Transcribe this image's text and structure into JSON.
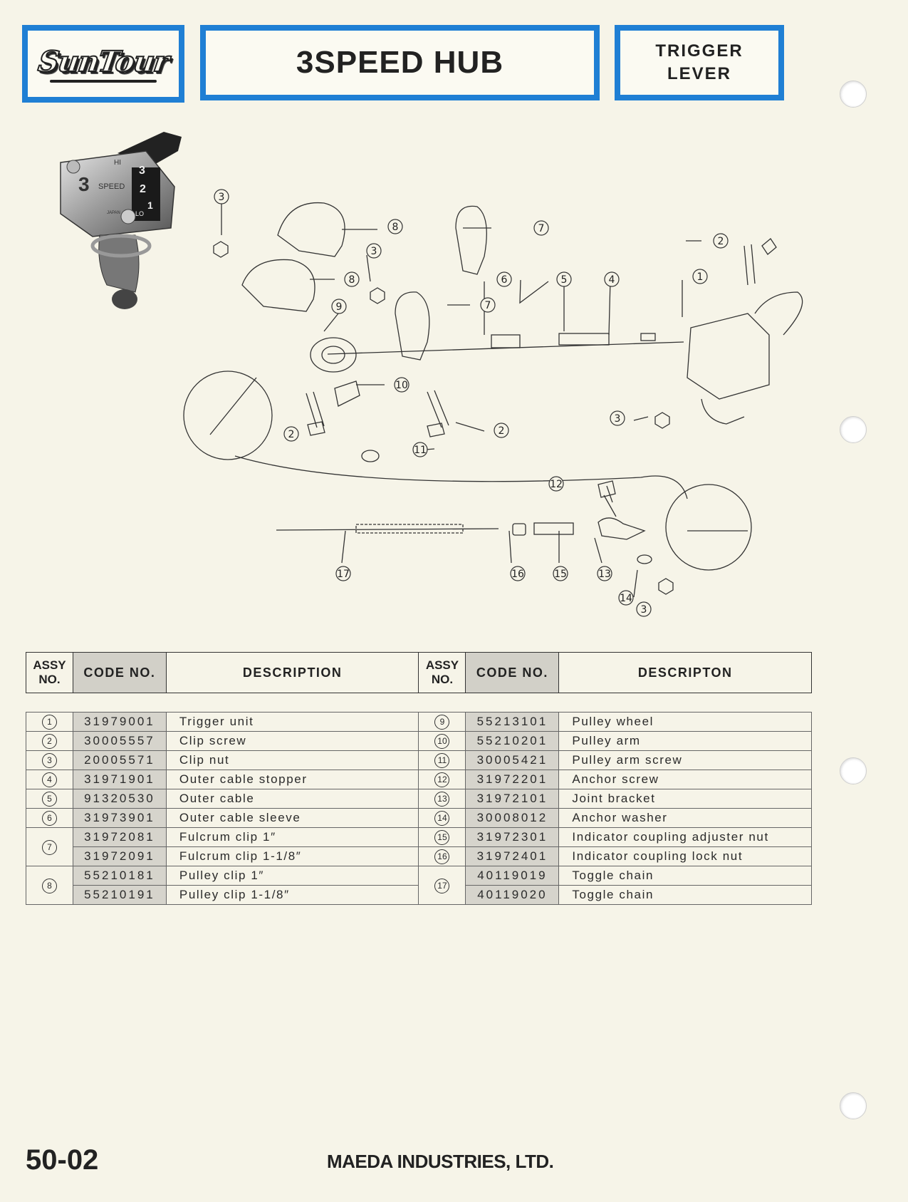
{
  "header": {
    "brand": "SunTour",
    "title": "3SPEED HUB",
    "subtitle_line1": "TRIGGER",
    "subtitle_line2": "LEVER"
  },
  "diagram": {
    "photo_labels": {
      "hi": "HI",
      "lo": "LO",
      "speed": "SPEED",
      "japan": "JAPAN",
      "g1": "1",
      "g2": "2",
      "g3": "3"
    },
    "callouts": {
      "c1": "1",
      "c2a": "2",
      "c2b": "2",
      "c2c": "2",
      "c3a": "3",
      "c3b": "3",
      "c3c": "3",
      "c3d": "3",
      "c4": "4",
      "c5": "5",
      "c6": "6",
      "c7a": "7",
      "c7b": "7",
      "c8a": "8",
      "c8b": "8",
      "c9": "9",
      "c10": "10",
      "c11": "11",
      "c12": "12",
      "c13": "13",
      "c14": "14",
      "c15": "15",
      "c16": "16",
      "c17": "17"
    }
  },
  "table": {
    "headers": {
      "assy_line1": "ASSY",
      "assy_line2": "NO.",
      "code": "CODE NO.",
      "desc_left": "DESCRIPTION",
      "desc_right": "DESCRIPTON"
    },
    "left": [
      {
        "no": "1",
        "code": "31979001",
        "desc": "Trigger unit"
      },
      {
        "no": "2",
        "code": "30005557",
        "desc": "Clip screw"
      },
      {
        "no": "3",
        "code": "20005571",
        "desc": "Clip nut"
      },
      {
        "no": "4",
        "code": "31971901",
        "desc": "Outer cable stopper"
      },
      {
        "no": "5",
        "code": "91320530",
        "desc": "Outer cable"
      },
      {
        "no": "6",
        "code": "31973901",
        "desc": "Outer cable sleeve"
      },
      {
        "no": "7",
        "code": "31972081",
        "desc": "Fulcrum clip 1″"
      },
      {
        "no": "",
        "code": "31972091",
        "desc": "Fulcrum clip 1-1/8″"
      },
      {
        "no": "8",
        "code": "55210181",
        "desc": "Pulley clip 1″"
      },
      {
        "no": "",
        "code": "55210191",
        "desc": "Pulley clip 1-1/8″"
      }
    ],
    "right": [
      {
        "no": "9",
        "code": "55213101",
        "desc": "Pulley wheel"
      },
      {
        "no": "10",
        "code": "55210201",
        "desc": "Pulley arm"
      },
      {
        "no": "11",
        "code": "30005421",
        "desc": "Pulley arm screw"
      },
      {
        "no": "12",
        "code": "31972201",
        "desc": "Anchor screw"
      },
      {
        "no": "13",
        "code": "31972101",
        "desc": "Joint bracket"
      },
      {
        "no": "14",
        "code": "30008012",
        "desc": "Anchor washer"
      },
      {
        "no": "15",
        "code": "31972301",
        "desc": "Indicator coupling adjuster nut"
      },
      {
        "no": "16",
        "code": "31972401",
        "desc": "Indicator coupling lock nut"
      },
      {
        "no": "17",
        "code": "40119019",
        "desc": "Toggle chain"
      },
      {
        "no": "",
        "code": "40119020",
        "desc": "Toggle chain"
      }
    ]
  },
  "footer": {
    "page_number": "50-02",
    "company": "MAEDA INDUSTRIES, LTD."
  }
}
